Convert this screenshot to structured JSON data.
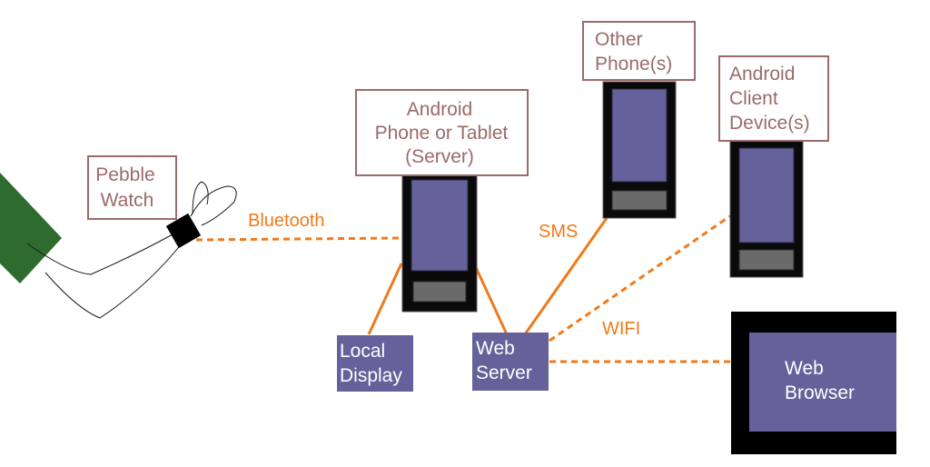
{
  "labels": {
    "pebble_watch": [
      "Pebble",
      "Watch"
    ],
    "server_device": [
      "Android",
      "Phone or Tablet",
      "(Server)"
    ],
    "other_phones": [
      "Other",
      "Phone(s)"
    ],
    "client_devices": [
      "Android",
      "Client",
      "Device(s)"
    ],
    "local_display": [
      "Local",
      "Display"
    ],
    "web_server": [
      "Web",
      "Server"
    ],
    "web_browser": [
      "Web",
      "Browser"
    ]
  },
  "connections": {
    "bluetooth": "Bluetooth",
    "sms": "SMS",
    "wifi": "WIFI"
  },
  "colors": {
    "link": "#f07a1a",
    "label_border": "#9b6a6a",
    "device_fill": "#65619a",
    "arm_sleeve": "#2e6b2e"
  }
}
